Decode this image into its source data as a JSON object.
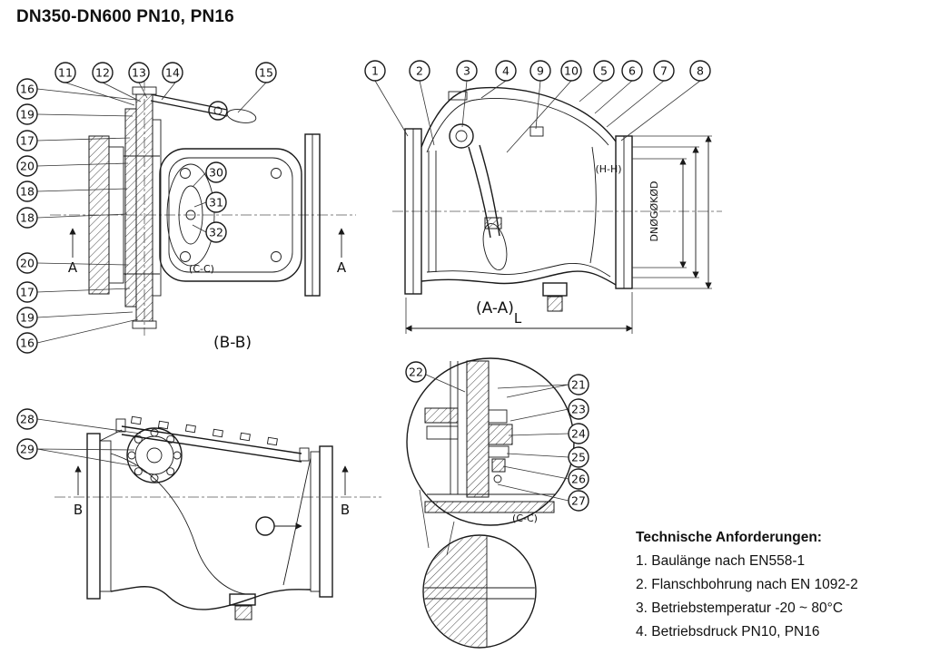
{
  "title": "DN350-DN600 PN10, PN16",
  "views": {
    "bb": {
      "label": "(B-B)",
      "inner_label": "(C-C)",
      "section_letter": "A",
      "balloons_top": [
        "11",
        "12",
        "13",
        "14",
        "15"
      ],
      "balloons_left": [
        "16",
        "19",
        "17",
        "20",
        "18",
        "18",
        "20",
        "17",
        "19",
        "16"
      ],
      "balloons_mid": [
        "30",
        "31",
        "32"
      ]
    },
    "aa": {
      "label": "(A-A)",
      "hh_label": "(H-H)",
      "dim_label": "DNØGØKØD",
      "length_label": "L",
      "balloons_top": [
        "1",
        "2",
        "3",
        "4",
        "9",
        "10",
        "5",
        "6",
        "7",
        "8"
      ]
    },
    "side": {
      "section_letter": "B",
      "balloons": [
        "28",
        "29"
      ]
    },
    "detail": {
      "label": "(C-C)",
      "balloon_left": "22",
      "balloons_right": [
        "21",
        "23",
        "24",
        "25",
        "26",
        "27"
      ]
    }
  },
  "tech": {
    "heading": "Technische Anforderungen:",
    "items": [
      "1. Baulänge nach EN558-1",
      "2. Flanschbohrung nach EN 1092-2",
      "3. Betriebstemperatur -20 ~ 80°C",
      "4. Betriebsdruck PN10, PN16"
    ]
  }
}
